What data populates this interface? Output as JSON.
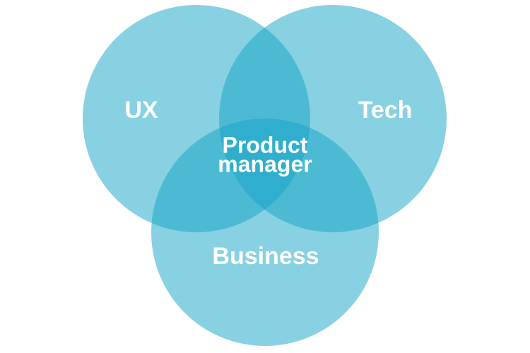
{
  "diagram": {
    "type": "venn",
    "sets": [
      {
        "key": "ux",
        "label": "UX"
      },
      {
        "key": "tech",
        "label": "Tech"
      },
      {
        "key": "business",
        "label": "Business"
      }
    ],
    "intersection": {
      "line1": "Product",
      "line2": "manager"
    }
  },
  "colors": {
    "circle_fill": "#12a4c6",
    "label": "#ffffff",
    "background": "#ffffff"
  }
}
